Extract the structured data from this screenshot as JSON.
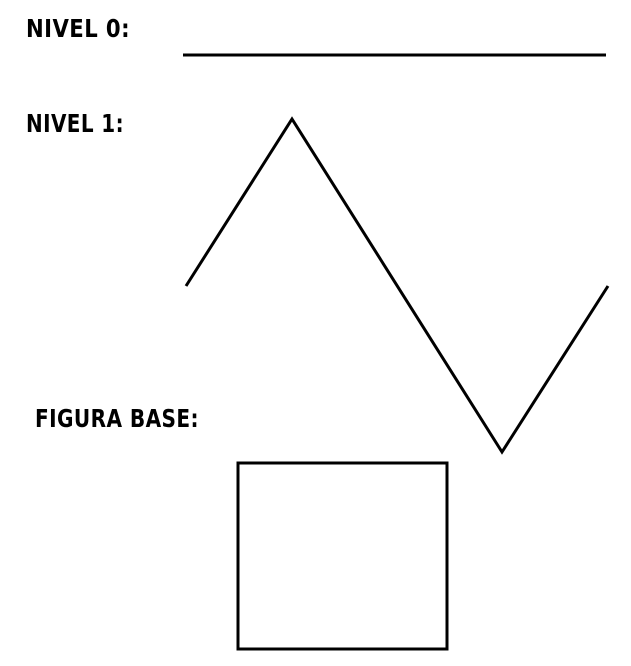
{
  "labels": {
    "level0": "NIVEL 0:",
    "level1": "NIVEL 1:",
    "base": "FIGURA BASE:"
  },
  "colors": {
    "ink": "#000000",
    "background": "#ffffff"
  }
}
